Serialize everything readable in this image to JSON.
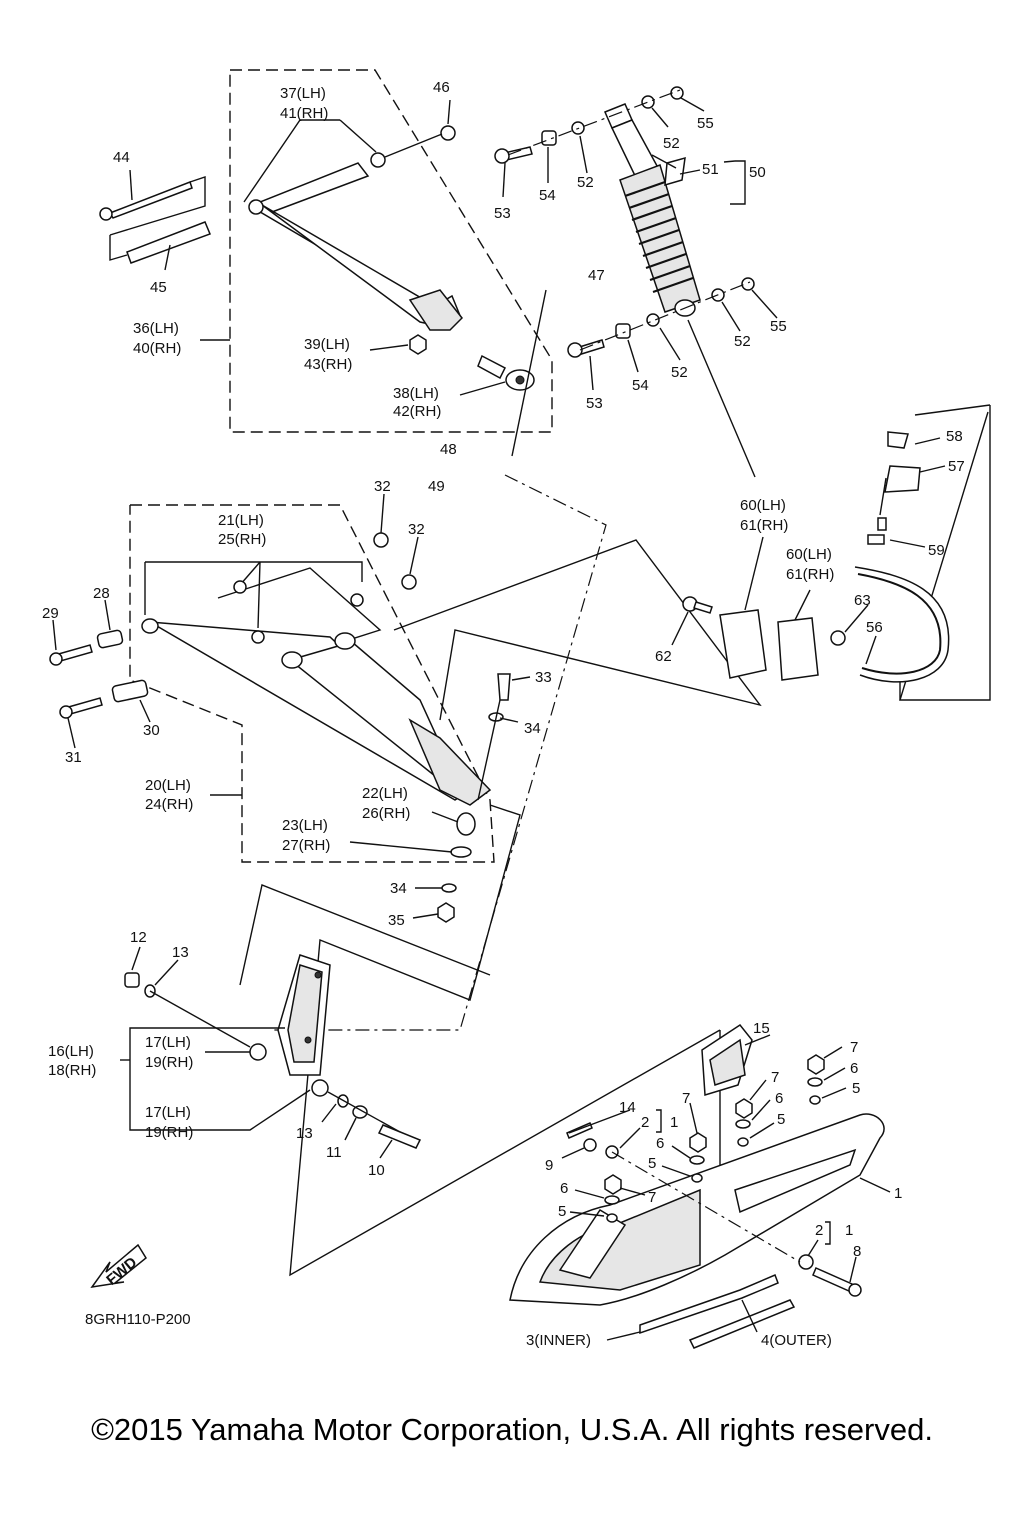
{
  "diagram_code": "8GRH110-P200",
  "fwd_label": "FWD",
  "copyright": "©2015 Yamaha Motor Corporation, U.S.A. All rights reserved.",
  "callouts": {
    "c37": "37(LH)",
    "c41": "41(RH)",
    "c46": "46",
    "c44": "44",
    "c45": "45",
    "c36": "36(LH)",
    "c40": "40(RH)",
    "c39": "39(LH)",
    "c43": "43(RH)",
    "c38": "38(LH)",
    "c42": "42(RH)",
    "c47": "47",
    "c48": "48",
    "c49": "49",
    "c55a": "55",
    "c52a": "52",
    "c51": "51",
    "c50": "50",
    "c53a": "53",
    "c54a": "54",
    "c52b": "52",
    "c55b": "55",
    "c52c": "52",
    "c53b": "53",
    "c54b": "54",
    "c52d": "52",
    "c58": "58",
    "c57": "57",
    "c59": "59",
    "c60a": "60(LH)",
    "c61a": "61(RH)",
    "c60b": "60(LH)",
    "c61b": "61(RH)",
    "c63": "63",
    "c56": "56",
    "c62": "62",
    "c32a": "32",
    "c32b": "32",
    "c21": "21(LH)",
    "c25": "25(RH)",
    "c28": "28",
    "c29": "29",
    "c33": "33",
    "c34a": "34",
    "c30": "30",
    "c31": "31",
    "c20": "20(LH)",
    "c24": "24(RH)",
    "c22": "22(LH)",
    "c26": "26(RH)",
    "c23": "23(LH)",
    "c27": "27(RH)",
    "c34b": "34",
    "c35": "35",
    "c12": "12",
    "c13a": "13",
    "c16": "16(LH)",
    "c18": "18(RH)",
    "c17a": "17(LH)",
    "c19a": "19(RH)",
    "c17b": "17(LH)",
    "c19b": "19(RH)",
    "c13b": "13",
    "c11": "11",
    "c10": "10",
    "c15": "15",
    "c7a": "7",
    "c6a": "6",
    "c5a": "5",
    "c7b": "7",
    "c6b": "6",
    "c5b": "5",
    "c14": "14",
    "c2a": "2",
    "c1a": "1",
    "c7c": "7",
    "c6c": "6",
    "c5c": "5",
    "c9": "9",
    "c6d": "6",
    "c7d": "7",
    "c5d": "5",
    "c1b": "1",
    "c2b": "2",
    "c1c": "1",
    "c8": "8",
    "c3": "3(INNER)",
    "c4": "4(OUTER)"
  }
}
